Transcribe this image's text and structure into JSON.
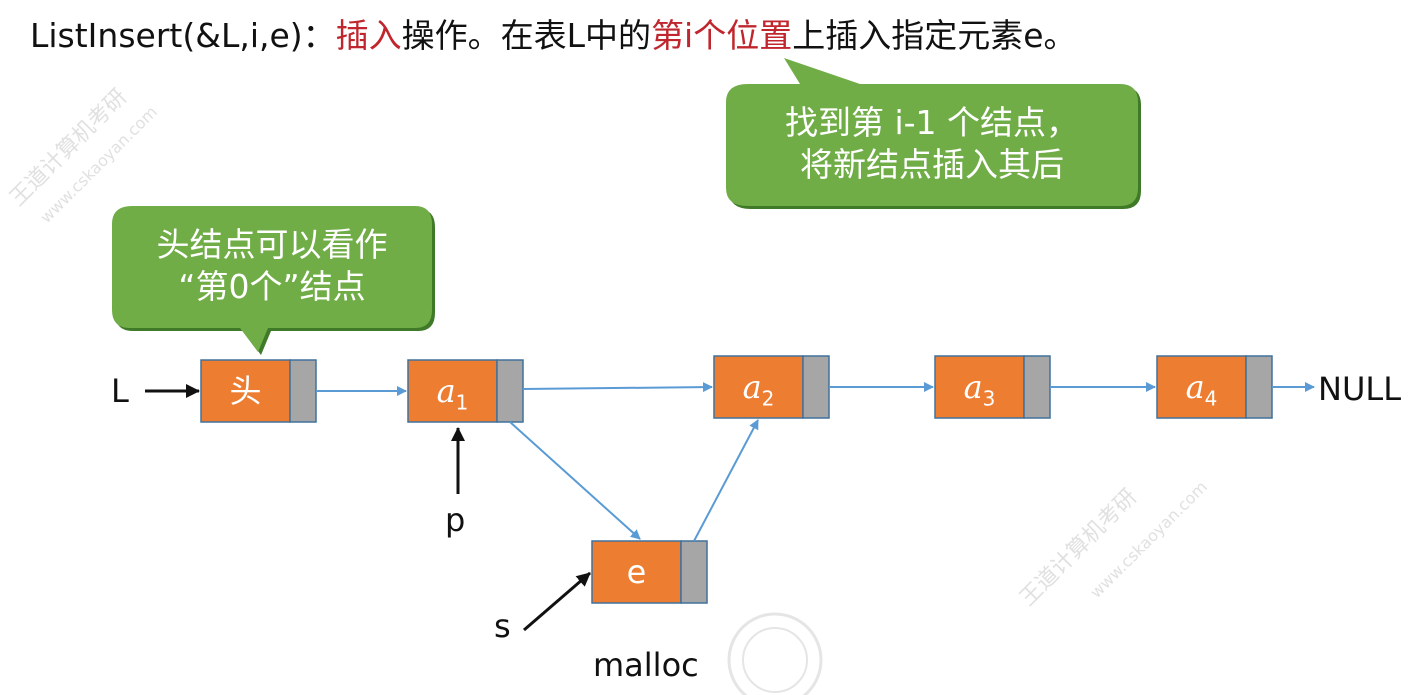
{
  "title": {
    "part1": "ListInsert(&L,i,e)：",
    "part2": "插入",
    "part3": "操作。在表L中的",
    "part4": "第i个位置",
    "part5": "上插入指定元素e。"
  },
  "bubbles": {
    "head_note": "头结点可以看作\n“第0个”结点",
    "find_note": "找到第 i-1 个结点，\n将新结点插入其后"
  },
  "nodes": {
    "head": "头",
    "a1": {
      "base": "a",
      "sub": "1"
    },
    "a2": {
      "base": "a",
      "sub": "2"
    },
    "a3": {
      "base": "a",
      "sub": "3"
    },
    "a4": {
      "base": "a",
      "sub": "4"
    },
    "e": "e"
  },
  "labels": {
    "L": "L",
    "p": "p",
    "s": "s",
    "malloc": "malloc",
    "null": "NULL"
  },
  "watermark": {
    "brand": "王道计算机考研",
    "site": "www.cskaoyan.com"
  },
  "colors": {
    "node_fill": "#ed7d31",
    "pointer_fill": "#a6a6a6",
    "bubble_fill": "#70ad47",
    "arrow": "#5b9bd5",
    "accent_red": "#c0262d"
  }
}
